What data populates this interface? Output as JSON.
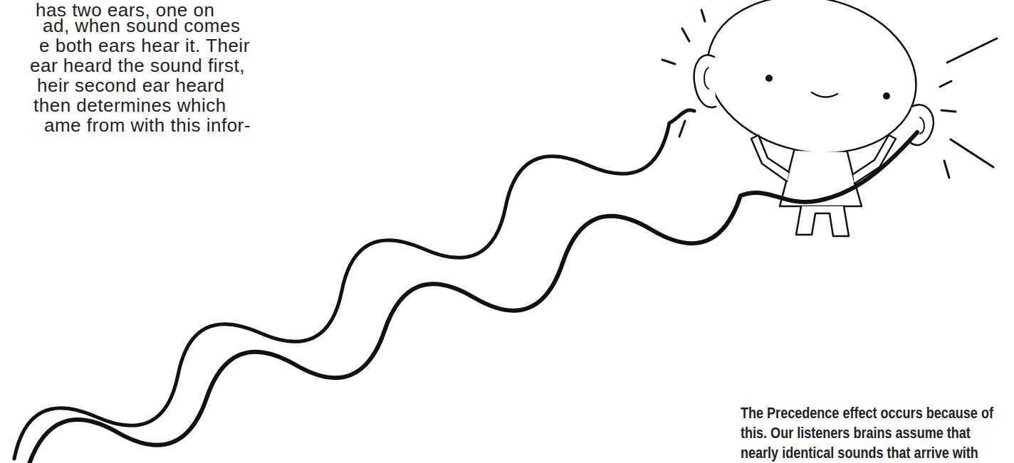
{
  "diagram": {
    "labels": [
      "has two ears, one on",
      "ad, when sound comes",
      "e both ears hear it. Their",
      "ear heard the sound first,",
      "heir second ear heard",
      "then determines which",
      "ame from with this infor-",
      "The Precedence effect occurs because of this. Our listeners brains assume that nearly identical sounds that arrive with"
    ]
  }
}
